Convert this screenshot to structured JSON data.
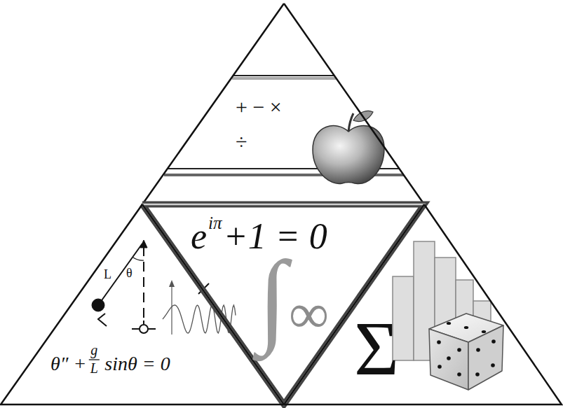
{
  "diagram": {
    "nodes": [
      {
        "text": [
          "+ − × ÷"
        ]
      },
      {
        "text": [
          "e",
          "iπ",
          "+1 = 0",
          "∫",
          "∞"
        ]
      },
      {
        "text": [
          "L",
          "θ",
          "θ″ +",
          "g",
          "L",
          "sinθ = 0"
        ]
      },
      {
        "text": [
          "Σ"
        ]
      }
    ]
  }
}
